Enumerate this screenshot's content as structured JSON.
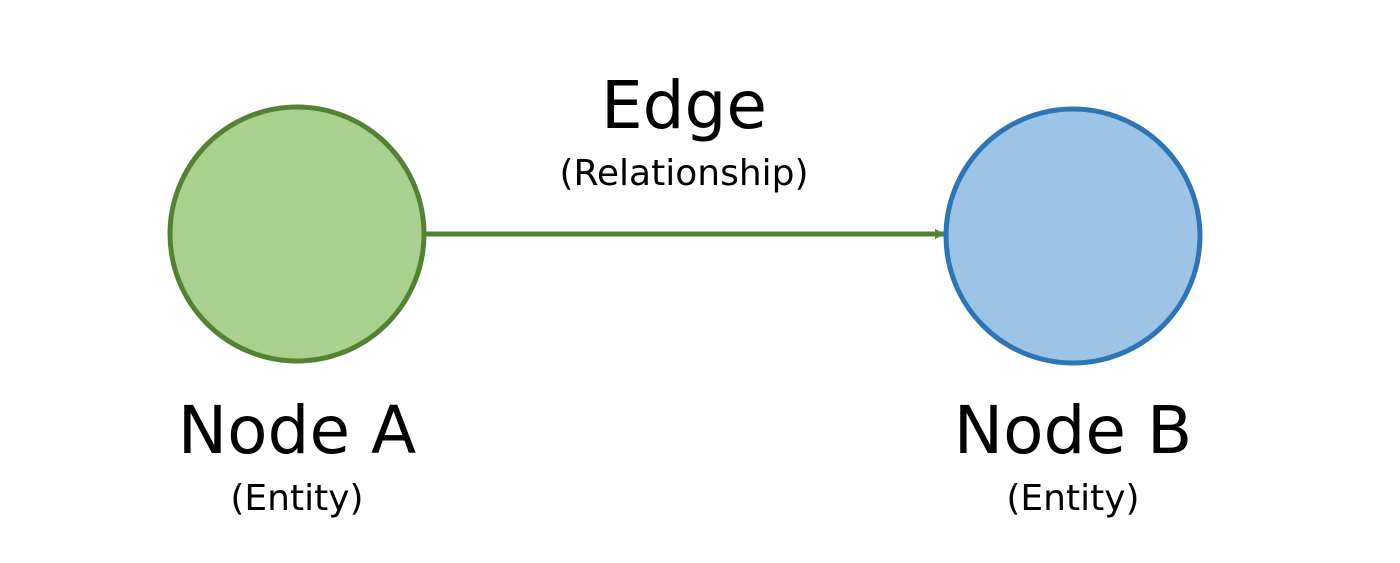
{
  "edge": {
    "label": "Edge",
    "sublabel": "(Relationship)",
    "color": "#548235"
  },
  "node_a": {
    "label": "Node A",
    "sublabel": "(Entity)",
    "fill": "#a9d18e",
    "stroke": "#548235"
  },
  "node_b": {
    "label": "Node B",
    "sublabel": "(Entity)",
    "fill": "#9dc3e6",
    "stroke": "#2e75b6"
  }
}
